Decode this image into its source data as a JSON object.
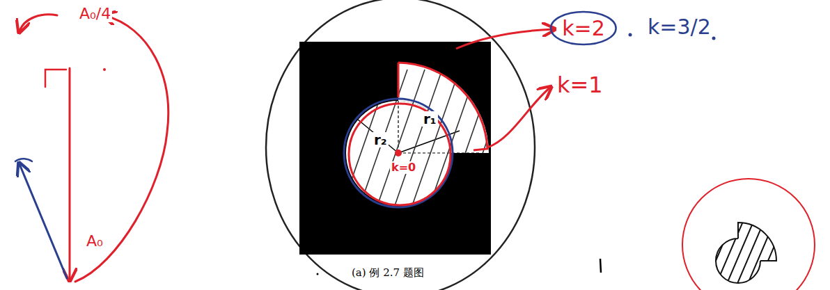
{
  "diagram": {
    "caption": "(a) 例 2.7 题图",
    "nodes": [
      {
        "text": [
          "k=2"
        ]
      }
    ],
    "labels": [
      "r₁",
      "r₂",
      "k=0",
      "k=3/2",
      "k=1",
      "A₀/4",
      "A₀"
    ]
  }
}
